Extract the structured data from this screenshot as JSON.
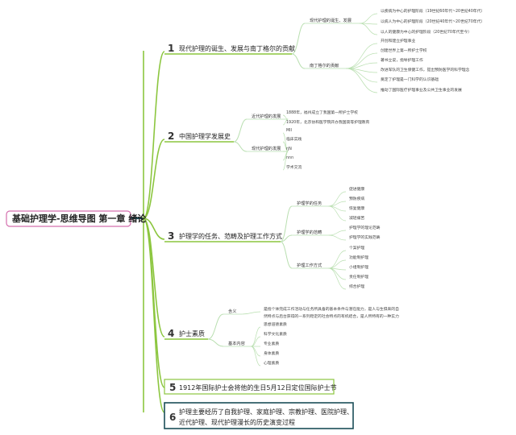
{
  "root": {
    "label": "基础护理学-思维导图 第一章 绪论"
  },
  "colors": {
    "root_border": "#d46fae",
    "trunk": "#1b4e58",
    "branch_green": "#8cc63f",
    "branch_light": "#b9dfb0",
    "s1": "#e8242a",
    "s2": "#f2c51d",
    "s3": "#2c8fd6",
    "s4": "#43a33a",
    "s5": "#1f3c75",
    "s6": "#f08a24"
  },
  "sections": [
    {
      "num": "1",
      "label": "现代护理的诞生、发展与南丁格尔的贡献",
      "subs": [
        {
          "label": "现代护理的诞生、发展",
          "leaves": [
            "以疾病为中心的护理阶段（19世纪60年代~20世纪40年代）",
            "以病人为中心的护理阶段（20世纪40年代~20世纪70年代）",
            "以人的健康为中心的护理阶段（20世纪70年代至今）"
          ]
        },
        {
          "label": "南丁格尔的贡献",
          "leaves": [
            "开创和建立护理事业",
            "创建世界上第一所护士学校",
            "著书立说，指导护理工作",
            "改进军队的卫生保健工作，提出预防医学的科学理念",
            "奠定了护理是一门科学的认识基础",
            "推动了国际医疗护理事业及公共卫生事业的发展"
          ]
        }
      ]
    },
    {
      "num": "2",
      "label": "中国护理学发展史",
      "subs": [
        {
          "label": "近代护理的发展",
          "leaves": [
            "1888年，福州成立了我国第一所护士学校",
            "1920年，北京协和医学院开办我国高等护理教育"
          ]
        },
        {
          "label": "现代护理的发展",
          "leaves": [
            "MII",
            "临床实践",
            "rjN",
            "nnn",
            "学术交流"
          ]
        }
      ]
    },
    {
      "num": "3",
      "label": "护理学的任务、范畴及护理工作方式",
      "subs": [
        {
          "label": "护理学的任务",
          "leaves": [
            "促进健康",
            "预防疾病",
            "恢复健康",
            "减轻痛苦"
          ]
        },
        {
          "label": "护理学的范畴",
          "leaves": [
            "护理学的理论范畴",
            "护理学的实践范畴"
          ]
        },
        {
          "label": "护理工作方式",
          "leaves": [
            "个案护理",
            "功能制护理",
            "小组制护理",
            "责任制护理",
            "综合护理"
          ]
        }
      ]
    },
    {
      "num": "4",
      "label": "护士素质",
      "subs": [
        {
          "label": "含义",
          "leaves": [
            "是指个体完成工作活动与任务所具备的基本条件与潜在能力，是人与生俱来的自",
            "然特点与后台获得的一系列稳定的社会特点的有机结合，是人所特有的一种实力"
          ]
        },
        {
          "label": "基本内容",
          "leaves": [
            "思想道德素质",
            "科学文化素质",
            "专业素质",
            "身体素质",
            "心理素质"
          ]
        }
      ]
    },
    {
      "num": "5",
      "label": "1912年国际护士会将他的生日5月12日定位国际护士节",
      "subs": []
    },
    {
      "num": "6",
      "label_lines": [
        "护理主要经历了自我护理、家庭护理、宗教护理、医院护理、",
        "近代护理、现代护理漫长的历史演变过程"
      ],
      "subs": []
    }
  ]
}
